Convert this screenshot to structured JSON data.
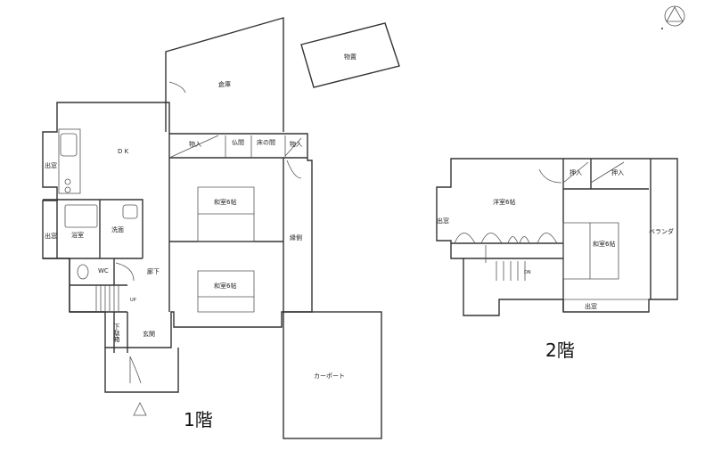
{
  "title_floor1": "1階",
  "title_floor2": "2階",
  "floor1": {
    "shed": "物置",
    "storehouse": "倉庫",
    "dk": "D K",
    "bay_window_kitchen": "出窓",
    "bay_window_bath": "出窓",
    "bathroom": "浴室",
    "washroom": "洗面",
    "wc": "WC",
    "hallway": "廊下",
    "stairs_up": "UP",
    "shoe_cabinet": "下駄箱",
    "entrance": "玄関",
    "closet_left": "物入",
    "butsuma": "仏間",
    "tokonoma": "床の間",
    "closet_right": "物入",
    "washitsu_upper": "和室6帖",
    "washitsu_lower": "和室6帖",
    "engawa": "縁側",
    "carport": "カーポート"
  },
  "floor2": {
    "western_room": "洋室6帖",
    "closet_1": "押入",
    "closet_2": "押入",
    "bay_window_left": "出窓",
    "veranda": "ベランダ",
    "washitsu": "和室6帖",
    "bay_window_bottom": "出窓",
    "stairs_down": "DN"
  }
}
